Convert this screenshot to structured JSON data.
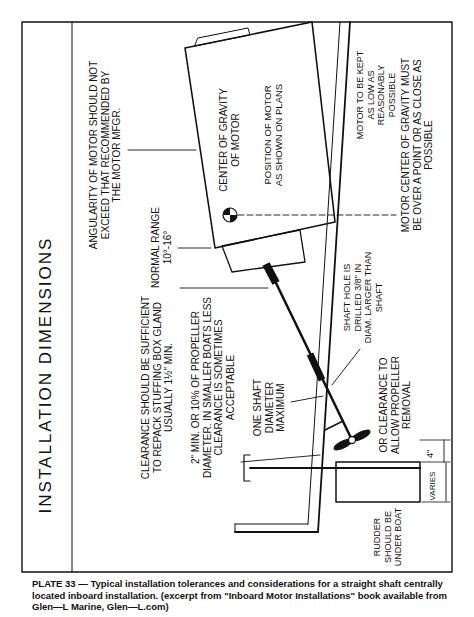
{
  "diagram": {
    "title": "INSTALLATION DIMENSIONS",
    "caption": "PLATE 33 — Typical installation tolerances and considerations for a straight shaft centrally located inboard installation. (excerpt from \"Inboard Motor Installations\" book available from Glen—L Marine, Glen—L.com)",
    "labels": [
      "ANGULARITY OF MOTOR SHOULD NOT EXCEED THAT RECOMMENDED BY THE MOTOR MFGR.",
      "NORMAL RANGE 10°-16°",
      "CENTER OF GRAVITY OF MOTOR",
      "POSITION OF MOTOR AS SHOWN ON PLANS",
      "MOTOR TO BE KEPT AS LOW AS REASONABLY POSSIBLE",
      "MOTOR CENTER OF GRAVITY MUST BE OVER A POINT OR AS CLOSE AS POSSIBLE",
      "SHAFT HOLE IS DRILLED 3/8\" IN DIAM. LARGER THAN SHAFT",
      "CLEARANCE SHOULD BE SUFFICIENT TO REPACK STUFFING BOX GLAND USUALLY 1½\" MIN.",
      "2\" MIN. OR 10% OF PROPELLER DIAMETER. IN SMALLER BOATS LESS CLEARANCE IS SOMETIMES ACCEPTABLE",
      "ONE SHAFT DIAMETER MAXIMUM",
      "OR CLEARANCE TO ALLOW PROPELLER REMOVAL",
      "4\"",
      "VARIES",
      "RUDDER SHOULD BE UNDER BOAT"
    ]
  }
}
